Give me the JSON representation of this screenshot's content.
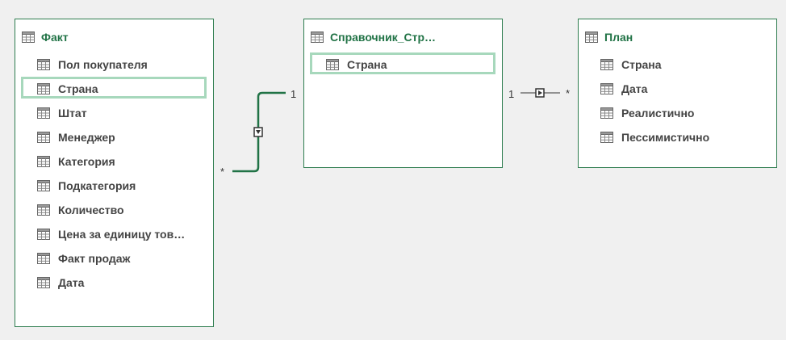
{
  "colors": {
    "background": "#f0f0f0",
    "card_border": "#2e7d4f",
    "title_text": "#217346",
    "field_text": "#444444",
    "selection": "#a7d8bc",
    "relationship_active": "#217346",
    "relationship_inactive": "#333333"
  },
  "tables": {
    "fakt": {
      "title": "Факт",
      "icon": "table-icon",
      "fields": [
        {
          "label": "Пол покупателя"
        },
        {
          "label": "Страна",
          "selected": true
        },
        {
          "label": "Штат"
        },
        {
          "label": "Менеджер"
        },
        {
          "label": "Категория"
        },
        {
          "label": "Подкатегория"
        },
        {
          "label": "Количество"
        },
        {
          "label": "Цена за единицу тов…"
        },
        {
          "label": "Факт продаж"
        },
        {
          "label": "Дата"
        }
      ]
    },
    "spravochnik": {
      "title": "Справочник_Стр…",
      "icon": "table-icon",
      "fields": [
        {
          "label": "Страна",
          "selected": true
        }
      ]
    },
    "plan": {
      "title": "План",
      "icon": "table-icon",
      "fields": [
        {
          "label": "Страна"
        },
        {
          "label": "Дата"
        },
        {
          "label": "Реалистично"
        },
        {
          "label": "Пессимистично"
        }
      ]
    }
  },
  "relationships": {
    "fakt_spravochnik": {
      "one_label": "1",
      "many_label": "*",
      "direction_icon": "arrow-down-icon"
    },
    "spravochnik_plan": {
      "one_label": "1",
      "many_label": "*",
      "direction_icon": "arrow-right-icon"
    }
  }
}
